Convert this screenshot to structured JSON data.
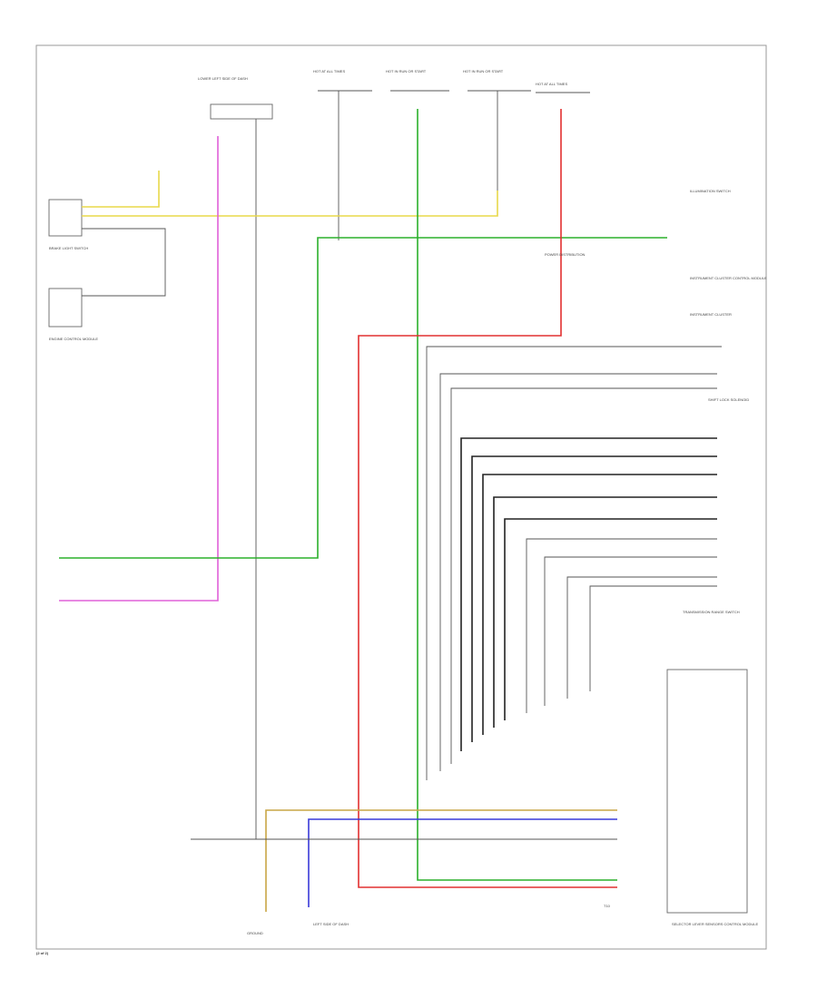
{
  "page_number": "(2 of 2)",
  "components": {
    "top_fuse_block": "LOWER LEFT SIDE OF DASH",
    "fuse_a": "HOT AT ALL TIMES",
    "fuse_b": "HOT IN RUN OR START",
    "fuse_c": "HOT IN RUN OR START",
    "fuse_d": "HOT AT ALL TIMES",
    "illumination_switch": "ILLUMINATION SWITCH",
    "brake_light_switch": "BRAKE LIGHT SWITCH",
    "engine_control_module": "ENGINE CONTROL MODULE",
    "instrument_cluster_module": "INSTRUMENT CLUSTER CONTROL MODULE",
    "instrument_cluster": "INSTRUMENT CLUSTER",
    "shift_lock_solenoid": "SHIFT LOCK SOLENOID",
    "transmission_range_switch": "TRANSMISSION RANGE SWITCH",
    "selector_lever_module": "SELECTOR LEVER SENSORS CONTROL MODULE",
    "ground": "GROUND",
    "ground_note": "LEFT SIDE OF DASH",
    "can_bus_ref": "POWER DISTRIBUTION",
    "connector_t10": "T10"
  },
  "colors": {
    "yellow": "#e8d84a",
    "pink": "#e060d8",
    "green": "#2bb02b",
    "red": "#e23030",
    "blue": "#3a3ad8",
    "tan": "#c9a646",
    "gray": "#777777",
    "black": "#222222"
  }
}
